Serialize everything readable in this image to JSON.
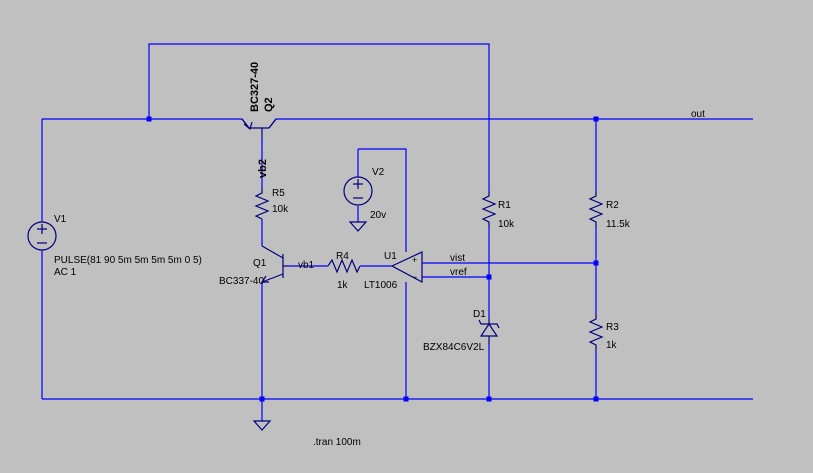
{
  "schematic": {
    "background_color": "#c0c0c0",
    "wire_color": "#0000ff",
    "component_color": "#000080",
    "components": {
      "V1": {
        "ref": "V1",
        "value_line1": "PULSE(81 90 5m 5m 5m 5m 0 5)",
        "value_line2": "AC 1"
      },
      "V2": {
        "ref": "V2",
        "value": "20v"
      },
      "Q1": {
        "ref": "Q1",
        "model": "BC337-40"
      },
      "Q2": {
        "ref": "Q2",
        "model": "BC327-40"
      },
      "R1": {
        "ref": "R1",
        "value": "10k"
      },
      "R2": {
        "ref": "R2",
        "value": "11.5k"
      },
      "R3": {
        "ref": "R3",
        "value": "1k"
      },
      "R4": {
        "ref": "R4",
        "value": "1k"
      },
      "R5": {
        "ref": "R5",
        "value": "10k"
      },
      "U1": {
        "ref": "U1",
        "model": "LT1006"
      },
      "D1": {
        "ref": "D1",
        "model": "BZX84C6V2L"
      }
    },
    "nets": {
      "out": "out",
      "vb1": "vb1",
      "vb2": "vb2",
      "vist": "vist",
      "vref": "vref"
    },
    "directive": ".tran 100m"
  }
}
